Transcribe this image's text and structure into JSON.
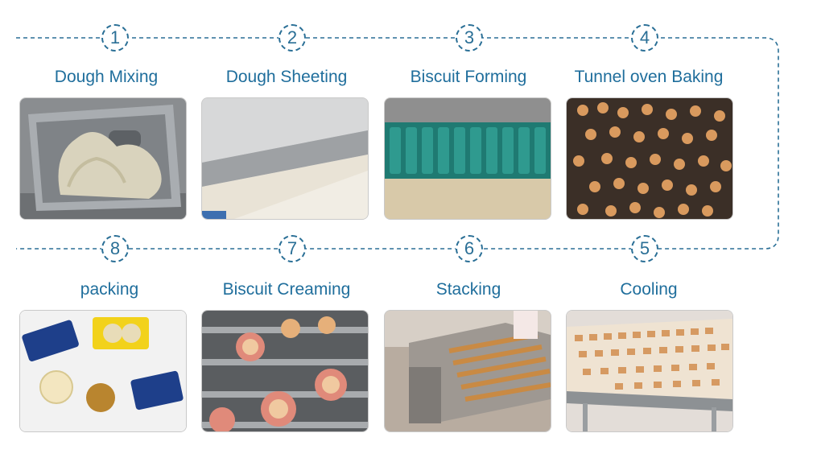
{
  "steps": [
    {
      "number": "1",
      "label": "Dough Mixing",
      "image": "dough-mixer-photo"
    },
    {
      "number": "2",
      "label": "Dough Sheeting",
      "image": "dough-sheeter-photo"
    },
    {
      "number": "3",
      "label": "Biscuit Forming",
      "image": "rotary-forming-roller-photo"
    },
    {
      "number": "4",
      "label": "Tunnel oven Baking",
      "image": "baked-biscuits-conveyor-photo"
    },
    {
      "number": "5",
      "label": "Cooling",
      "image": "cooling-conveyor-photo"
    },
    {
      "number": "6",
      "label": "Stacking",
      "image": "stacking-machine-photo"
    },
    {
      "number": "7",
      "label": "Biscuit Creaming",
      "image": "cream-sandwich-machine-photo"
    },
    {
      "number": "8",
      "label": "packing",
      "image": "packaged-biscuits-photo"
    }
  ],
  "colors": {
    "accent": "#2a6f96",
    "label": "#1f6e9c"
  }
}
